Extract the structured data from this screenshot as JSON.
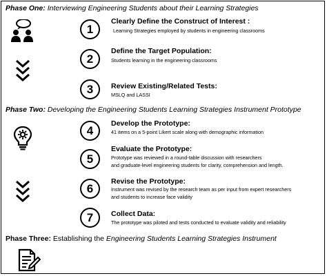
{
  "phase_one": {
    "label": "Phase One:",
    "text": " Interviewing Engineering Students about their Learning Strategies"
  },
  "phase_two": {
    "label": "Phase Two:",
    "text": " Developing the Engineering Students Learning Strategies Instrument Prototype"
  },
  "phase_three": {
    "label": "Phase Three:",
    "text_plain": " Establishing the ",
    "text_italic": "Engineering Students Learning Strategies Instrument"
  },
  "steps": [
    {
      "number": "1",
      "title": "Clearly Define the Construct of Interest :",
      "desc": [
        "Learning Strategies employed by students in engineering classrooms"
      ]
    },
    {
      "number": "2",
      "title": "Define the Target Population:",
      "desc": [
        "Students learning in the engineering classrooms"
      ]
    },
    {
      "number": "3",
      "title": "Review Existing/Related Tests:",
      "desc": [
        "MSLQ and LASSI"
      ]
    },
    {
      "number": "4",
      "title": "Develop the Prototype:",
      "desc": [
        "41 items on a 5-point Likert scale along with demographic information"
      ]
    },
    {
      "number": "5",
      "title": "Evaluate the Prototype:",
      "desc": [
        "Prototype was reviewed in a round-table discussion with researchers",
        "and graduate-level engineering students for clarity, comprehension and length."
      ]
    },
    {
      "number": "6",
      "title": "Revise the Prototype:",
      "desc": [
        "Instrument was revised by the research team as per input from expert researchers",
        "and students to increase face validity"
      ]
    },
    {
      "number": "7",
      "title": "Collect Data:",
      "desc": [
        "The prototype was piloted and tests conducted to evaluate validity and reliability"
      ]
    }
  ],
  "icons": {
    "phase_one": "people-discussion-icon",
    "phase_two": "lightbulb-gear-icon",
    "phase_three": "document-pen-icon",
    "arrows": "triple-chevron-down-icon"
  }
}
